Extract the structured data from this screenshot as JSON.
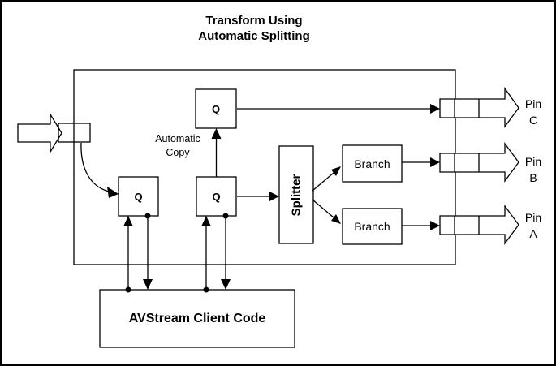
{
  "diagram": {
    "title_line1": "Transform Using",
    "title_line2": "Automatic Splitting",
    "automatic_copy_label": "Automatic Copy",
    "queue_label": "Q",
    "splitter_label": "Splitter",
    "branch_label": "Branch",
    "client_code_label": "AVStream Client Code",
    "pins": [
      {
        "word": "Pin",
        "letter": "C"
      },
      {
        "word": "Pin",
        "letter": "B"
      },
      {
        "word": "Pin",
        "letter": "A"
      }
    ],
    "colors": {
      "line": "#000000",
      "background": "#ffffff"
    }
  }
}
